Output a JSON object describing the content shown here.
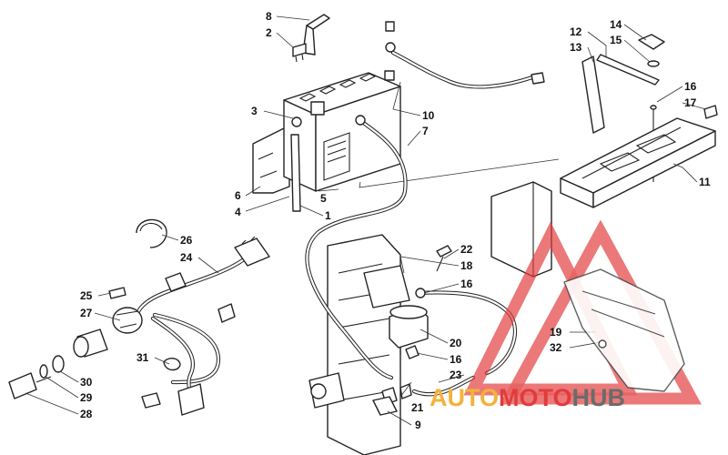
{
  "diagram": {
    "callouts": {
      "c1": "1",
      "c2": "2",
      "c3": "3",
      "c4": "4",
      "c5": "5",
      "c6": "6",
      "c7": "7",
      "c8": "8",
      "c9": "9",
      "c10": "10",
      "c11": "11",
      "c12": "12",
      "c13": "13",
      "c14": "14",
      "c15": "15",
      "c16a": "16",
      "c16b": "16",
      "c16c": "16",
      "c17": "17",
      "c18": "18",
      "c19": "19",
      "c20": "20",
      "c21": "21",
      "c22": "22",
      "c23": "23",
      "c24": "24",
      "c25": "25",
      "c26": "26",
      "c27": "27",
      "c28": "28",
      "c29": "29",
      "c30": "30",
      "c31": "31",
      "c32": "32"
    }
  },
  "watermark": {
    "part1": "AUTO",
    "part2": "MOTO",
    "part3": "HUB",
    "color_auto": "#f3b23c",
    "color_moto": "#e23b3b",
    "color_hub": "#6b6b6b"
  }
}
